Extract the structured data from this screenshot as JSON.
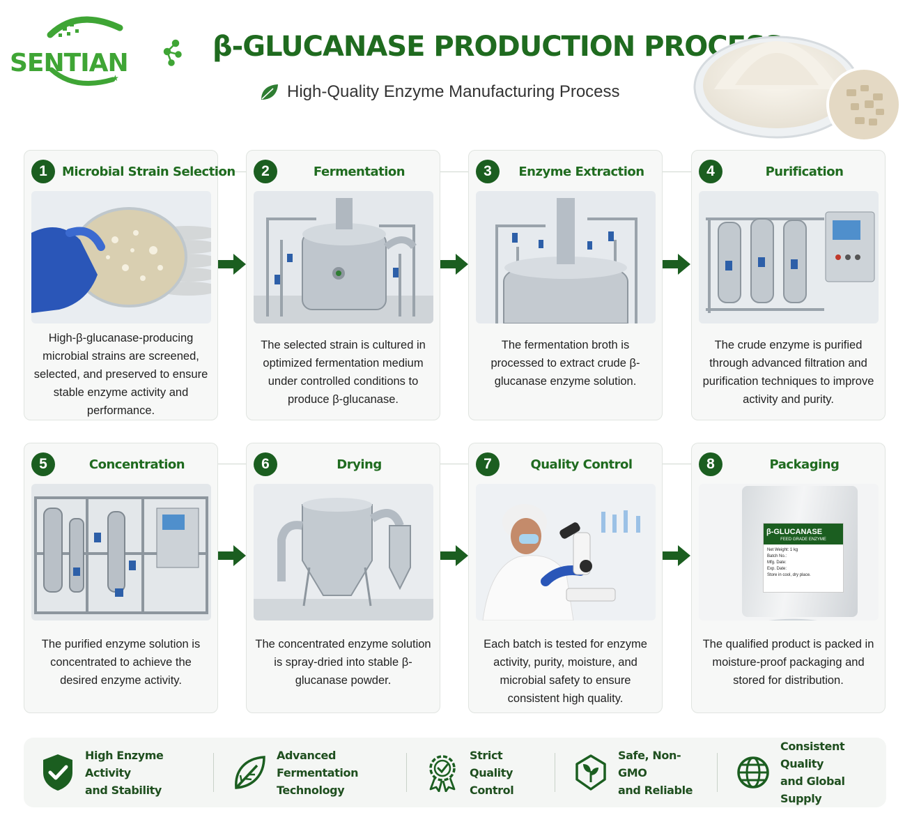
{
  "header": {
    "logo_text": "SENTIAN",
    "title": "β-GLUCANASE PRODUCTION PROCESS",
    "subtitle": "High-Quality Enzyme Manufacturing Process"
  },
  "colors": {
    "brand_green": "#3fa535",
    "dark_green": "#1b5e20",
    "title_green": "#1f6b1f"
  },
  "steps": [
    {
      "number": "1",
      "title": "Microbial Strain Selection",
      "description": "High-β-glucanase-producing microbial strains are screened, selected, and preserved to ensure stable enzyme activity and performance.",
      "image": "petri-dish-photo"
    },
    {
      "number": "2",
      "title": "Fermentation",
      "description": "The selected strain is cultured in optimized fermentation medium under controlled conditions to produce β-glucanase.",
      "image": "fermenter-tank-photo"
    },
    {
      "number": "3",
      "title": "Enzyme Extraction",
      "description": "The fermentation broth is processed to extract crude β-glucanase enzyme solution.",
      "image": "extraction-tank-photo"
    },
    {
      "number": "4",
      "title": "Purification",
      "description": "The crude enzyme is purified through advanced filtration and purification techniques to improve activity and purity.",
      "image": "filtration-columns-photo"
    },
    {
      "number": "5",
      "title": "Concentration",
      "description": "The purified enzyme solution is concentrated to achieve the desired enzyme activity.",
      "image": "concentration-unit-photo"
    },
    {
      "number": "6",
      "title": "Drying",
      "description": "The concentrated enzyme solution is spray-dried into stable β-glucanase powder.",
      "image": "spray-dryer-photo"
    },
    {
      "number": "7",
      "title": "Quality Control",
      "description": "Each batch is tested for enzyme activity, purity, moisture, and microbial safety to ensure consistent high quality.",
      "image": "lab-microscope-photo"
    },
    {
      "number": "8",
      "title": "Packaging",
      "description": "The qualified product is packed in moisture-proof packaging and stored for distribution.",
      "image": "product-bag-photo"
    }
  ],
  "package_label": {
    "name": "β-GLUCANASE",
    "grade": "FEED GRADE ENZYME",
    "lines": [
      "Net Weight: 1 kg",
      "Batch No.:",
      "Mfg. Date:",
      "Exp. Date:",
      "Store in cool, dry place."
    ]
  },
  "features": [
    {
      "label": "High Enzyme Activity\nand Stability",
      "icon": "shield-check-icon"
    },
    {
      "label": "Advanced Fermentation\nTechnology",
      "icon": "leaf-icon"
    },
    {
      "label": "Strict Quality\nControl",
      "icon": "quality-badge-icon"
    },
    {
      "label": "Safe, Non-GMO\nand Reliable",
      "icon": "sprout-shield-icon"
    },
    {
      "label": "Consistent Quality\nand Global Supply",
      "icon": "globe-icon"
    }
  ]
}
